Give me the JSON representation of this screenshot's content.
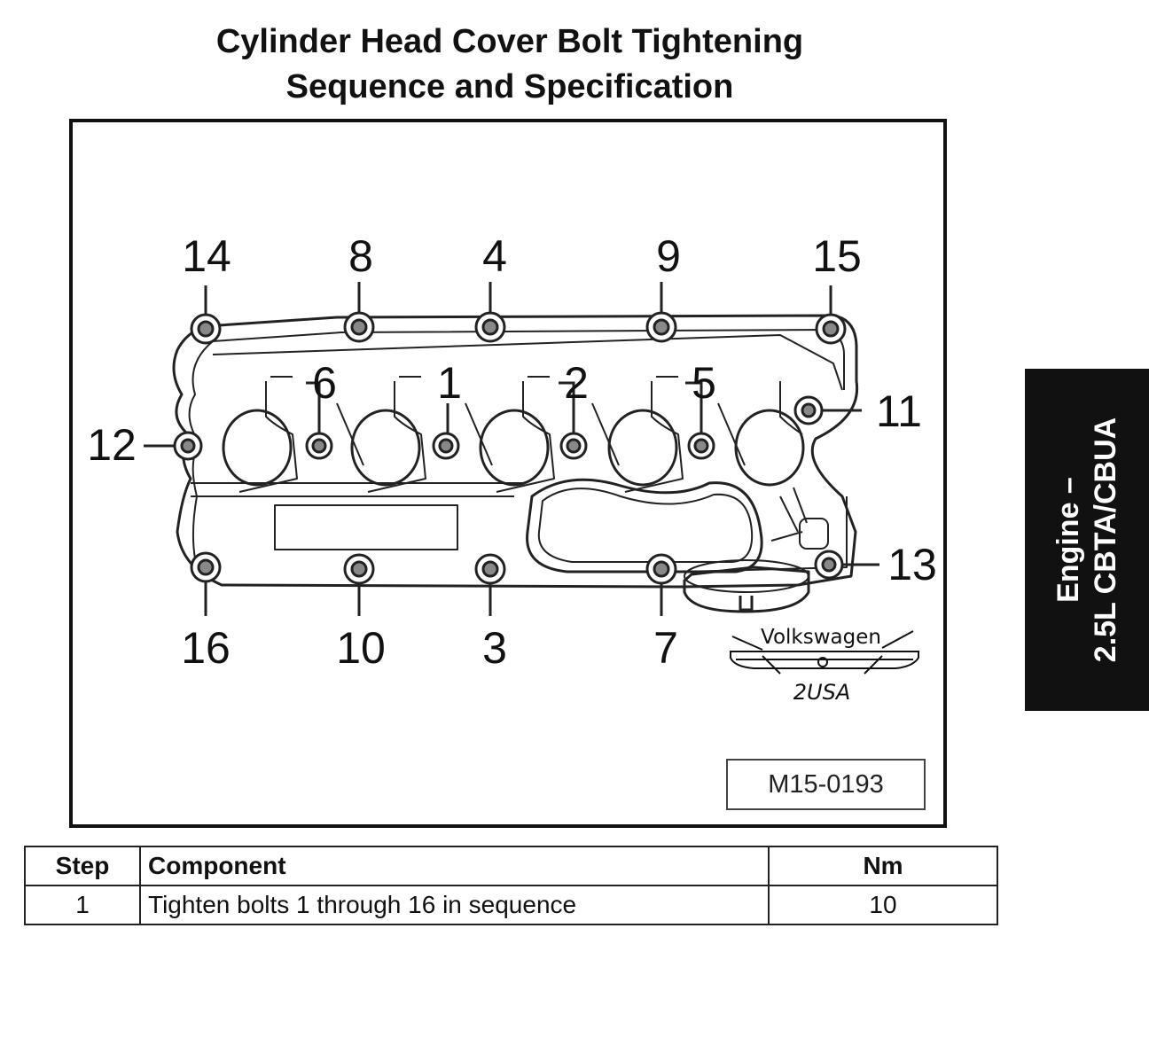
{
  "title": {
    "line1": "Cylinder Head Cover Bolt Tightening",
    "line2": "Sequence and Specification"
  },
  "figure": {
    "code": "M15-0193",
    "bolt_labels": [
      "14",
      "8",
      "4",
      "9",
      "15",
      "6",
      "1",
      "2",
      "5",
      "11",
      "12",
      "13",
      "16",
      "10",
      "3",
      "7"
    ],
    "watermark": {
      "top": "Volkswagen",
      "bottom": "2USA"
    }
  },
  "side_tab": {
    "line1": "Engine –",
    "line2": "2.5L CBTA/CBUA"
  },
  "table": {
    "headers": {
      "step": "Step",
      "component": "Component",
      "nm": "Nm"
    },
    "rows": [
      {
        "step": "1",
        "component": "Tighten bolts 1 through 16 in sequence",
        "nm": "10"
      }
    ]
  }
}
